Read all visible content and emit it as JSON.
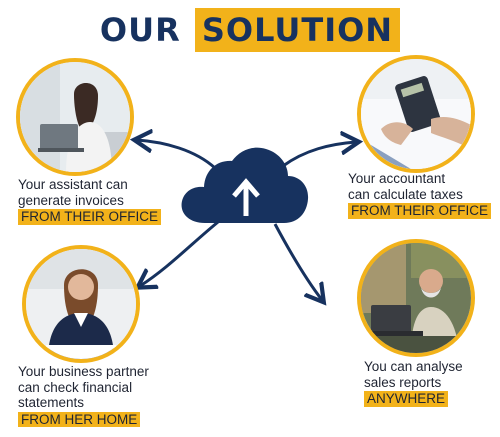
{
  "title": {
    "plain": "OUR",
    "highlight": "SOLUTION"
  },
  "colors": {
    "navy": "#17325f",
    "gold": "#f2b21a",
    "text": "#1f2432"
  },
  "center_icon": "cloud-upload-icon",
  "nodes": {
    "assistant": {
      "lines": [
        "Your assistant can",
        "generate invoices"
      ],
      "highlight": "FROM THEIR OFFICE"
    },
    "accountant": {
      "lines": [
        "Your accountant",
        "can calculate taxes"
      ],
      "highlight": "FROM THEIR OFFICE"
    },
    "partner": {
      "lines": [
        "Your business partner",
        "can check financial",
        "statements"
      ],
      "highlight": "FROM HER HOME"
    },
    "you": {
      "lines": [
        "You can analyse",
        "sales reports"
      ],
      "highlight": "ANYWHERE"
    }
  }
}
